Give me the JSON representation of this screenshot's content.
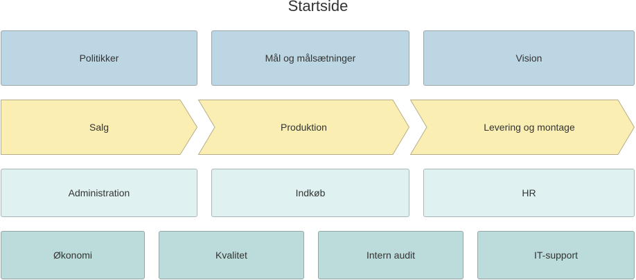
{
  "title": "Startside",
  "colors": {
    "top_row": "#bdd6e3",
    "process_row": "#faeeb2",
    "support_row": "#dff2f1",
    "bottom_row": "#bcdcdb"
  },
  "top_row": [
    {
      "label": "Politikker"
    },
    {
      "label": "Mål og målsætninger"
    },
    {
      "label": "Vision"
    }
  ],
  "process_row": [
    {
      "label": "Salg"
    },
    {
      "label": "Produktion"
    },
    {
      "label": "Levering og montage"
    }
  ],
  "support_row": [
    {
      "label": "Administration"
    },
    {
      "label": "Indkøb"
    },
    {
      "label": "HR"
    }
  ],
  "bottom_row": [
    {
      "label": "Økonomi"
    },
    {
      "label": "Kvalitet"
    },
    {
      "label": "Intern audit"
    },
    {
      "label": "IT-support"
    }
  ]
}
